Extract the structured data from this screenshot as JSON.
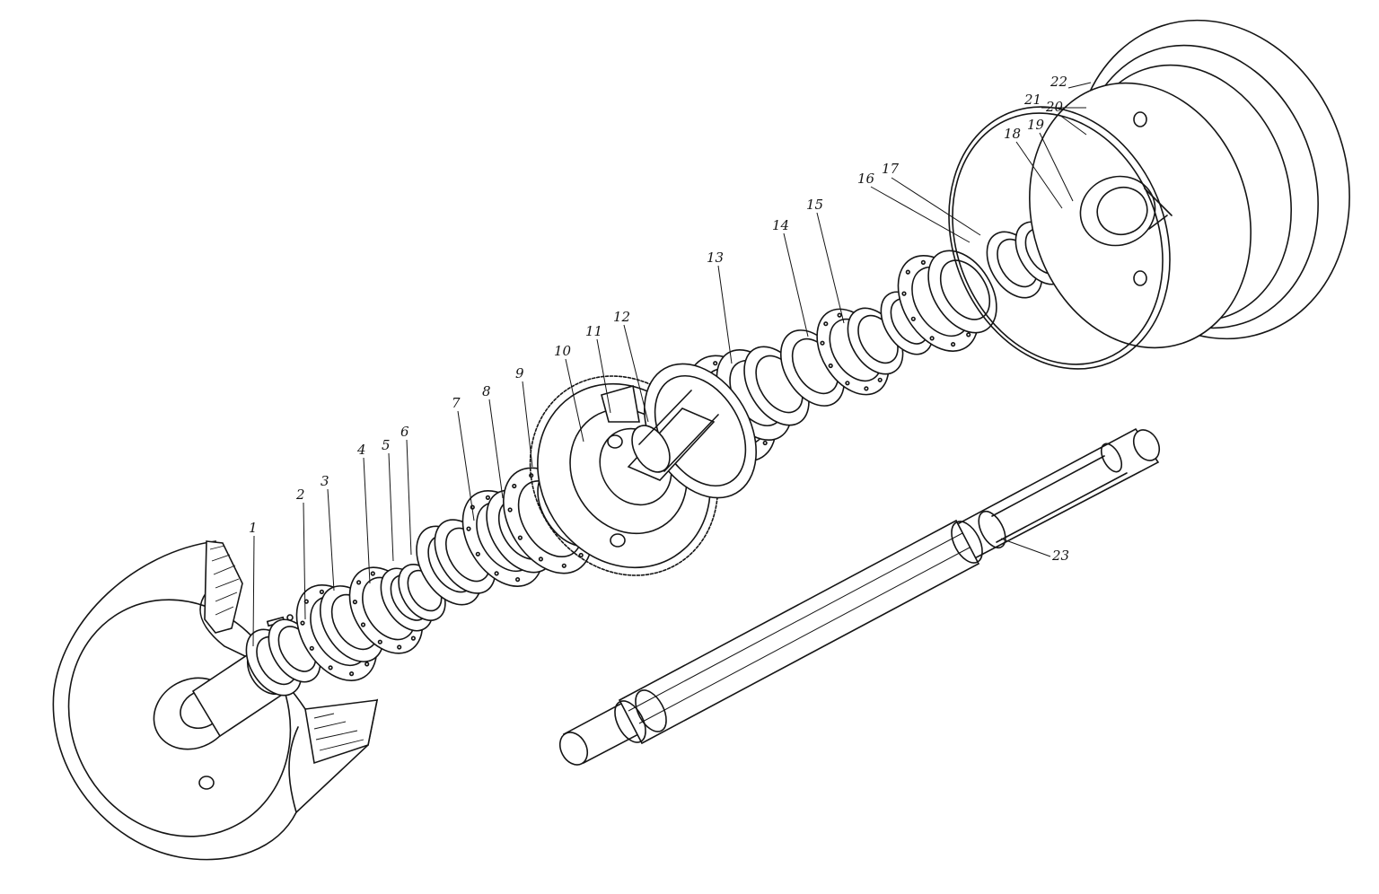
{
  "diagram": {
    "kind": "exploded-assembly",
    "ink_color": "#151515",
    "paper_color": "#ffffff",
    "callouts": [
      {
        "id": "c1",
        "label": "1"
      },
      {
        "id": "c2",
        "label": "2"
      },
      {
        "id": "c3",
        "label": "3"
      },
      {
        "id": "c4",
        "label": "4"
      },
      {
        "id": "c5",
        "label": "5"
      },
      {
        "id": "c6",
        "label": "6"
      },
      {
        "id": "c7",
        "label": "7"
      },
      {
        "id": "c8",
        "label": "8"
      },
      {
        "id": "c9",
        "label": "9"
      },
      {
        "id": "c10",
        "label": "10"
      },
      {
        "id": "c11",
        "label": "11"
      },
      {
        "id": "c12",
        "label": "12"
      },
      {
        "id": "c13",
        "label": "13"
      },
      {
        "id": "c14",
        "label": "14"
      },
      {
        "id": "c15",
        "label": "15"
      },
      {
        "id": "c16",
        "label": "16"
      },
      {
        "id": "c17",
        "label": "17"
      },
      {
        "id": "c18",
        "label": "18"
      },
      {
        "id": "c19",
        "label": "19"
      },
      {
        "id": "c20",
        "label": "20"
      },
      {
        "id": "c21",
        "label": "21"
      },
      {
        "id": "c22",
        "label": "22"
      },
      {
        "id": "c23",
        "label": "23"
      }
    ]
  }
}
